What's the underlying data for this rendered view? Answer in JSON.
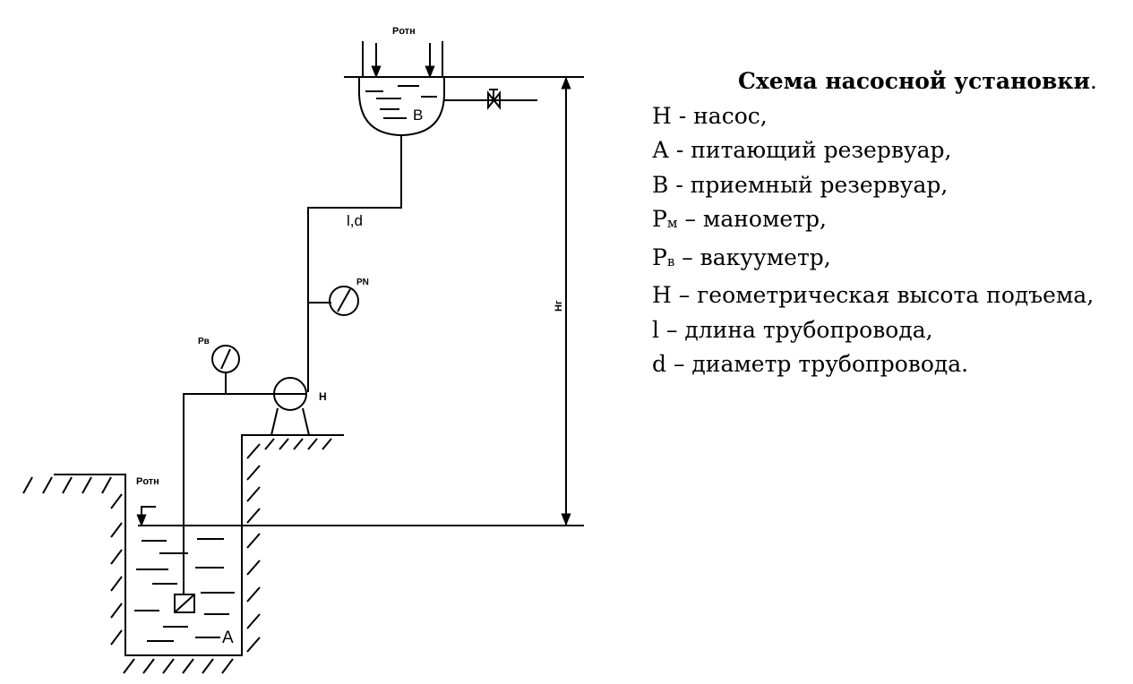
{
  "diagram": {
    "labels": {
      "p_atm_top": "Pотн",
      "p_atm_bottom": "Pотн",
      "tank_b": "B",
      "tank_a": "A",
      "pipe": "l,d",
      "manometer": "PN",
      "vacuum_gauge": "Pв",
      "pump": "H",
      "height": "Hг"
    }
  },
  "legend": {
    "title": "Схема насосной установки",
    "title_dot": ".",
    "items": [
      {
        "text": "Н - насос,"
      },
      {
        "text": "А - питающий резервуар,"
      },
      {
        "text": "В - приемный резервуар,"
      },
      {
        "sym": "Р",
        "sub": "м",
        "text": " – манометр,"
      },
      {
        "sym": "Р",
        "sub": "в",
        "text": " – вакууметр,"
      },
      {
        "text": "Н – геометрическая высота подъема,"
      },
      {
        "text": "l – длина трубопровода,"
      },
      {
        "text": "d – диаметр трубопровода."
      }
    ]
  }
}
